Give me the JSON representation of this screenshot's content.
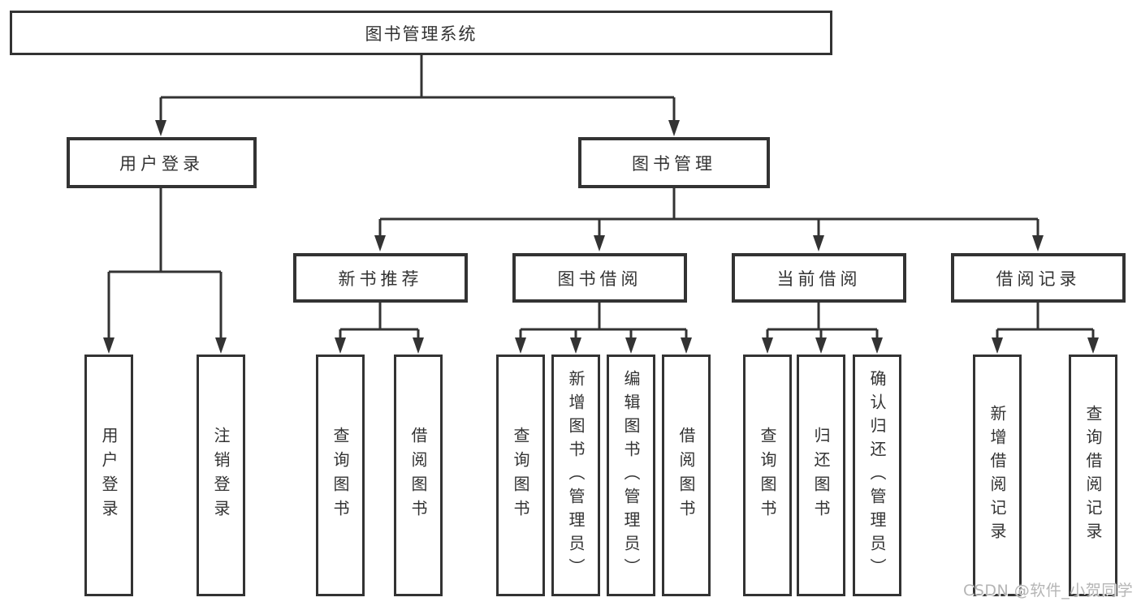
{
  "root": {
    "label": "图书管理系统"
  },
  "level2": {
    "user_login": {
      "label": "用户登录",
      "children": [
        {
          "label": "用户登录"
        },
        {
          "label": "注销登录"
        }
      ]
    },
    "book_management": {
      "label": "图书管理",
      "children": [
        {
          "label": "新书推荐",
          "children": [
            {
              "label": "查询图书"
            },
            {
              "label": "借阅图书"
            }
          ]
        },
        {
          "label": "图书借阅",
          "children": [
            {
              "label": "查询图书"
            },
            {
              "label": "新增图书（管理员）"
            },
            {
              "label": "编辑图书（管理员）"
            },
            {
              "label": "借阅图书"
            }
          ]
        },
        {
          "label": "当前借阅",
          "children": [
            {
              "label": "查询图书"
            },
            {
              "label": "归还图书"
            },
            {
              "label": "确认归还（管理员）"
            }
          ]
        },
        {
          "label": "借阅记录",
          "children": [
            {
              "label": "新增借阅记录"
            },
            {
              "label": "查询借阅记录"
            }
          ]
        }
      ]
    }
  },
  "watermark": {
    "text": "CSDN @软件_小贺同学"
  },
  "colors": {
    "line": "#333333",
    "text": "#333333",
    "watermark": "#b5b5b5",
    "background": "#ffffff"
  }
}
